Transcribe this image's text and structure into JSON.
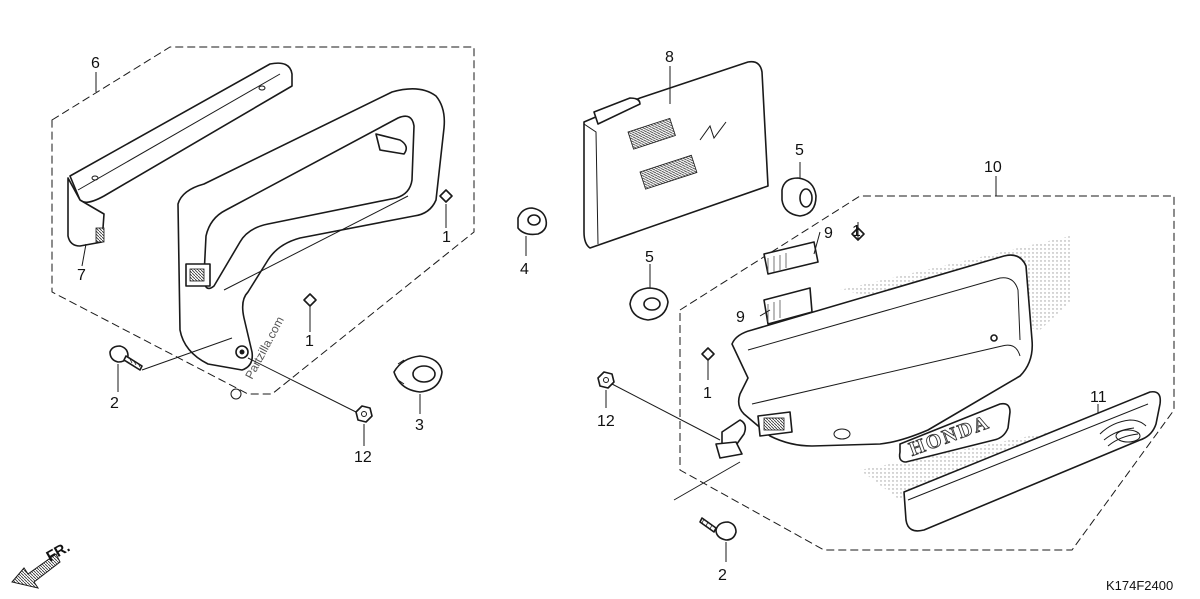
{
  "diagram": {
    "code": "K174F2400",
    "watermark": "Partzilla.com",
    "front_marker": "FR.",
    "emblem_text": "HONDA"
  },
  "callouts": [
    {
      "id": "c6",
      "label": "6"
    },
    {
      "id": "c7",
      "label": "7"
    },
    {
      "id": "c1a",
      "label": "1"
    },
    {
      "id": "c1b",
      "label": "1"
    },
    {
      "id": "c2a",
      "label": "2"
    },
    {
      "id": "c3",
      "label": "3"
    },
    {
      "id": "c12a",
      "label": "12"
    },
    {
      "id": "c4",
      "label": "4"
    },
    {
      "id": "c8",
      "label": "8"
    },
    {
      "id": "c5a",
      "label": "5"
    },
    {
      "id": "c5b",
      "label": "5"
    },
    {
      "id": "c10",
      "label": "10"
    },
    {
      "id": "c1c",
      "label": "1"
    },
    {
      "id": "c9a",
      "label": "9"
    },
    {
      "id": "c9b",
      "label": "9"
    },
    {
      "id": "c1d",
      "label": "1"
    },
    {
      "id": "c12b",
      "label": "12"
    },
    {
      "id": "c11",
      "label": "11"
    },
    {
      "id": "c2b",
      "label": "2"
    }
  ]
}
